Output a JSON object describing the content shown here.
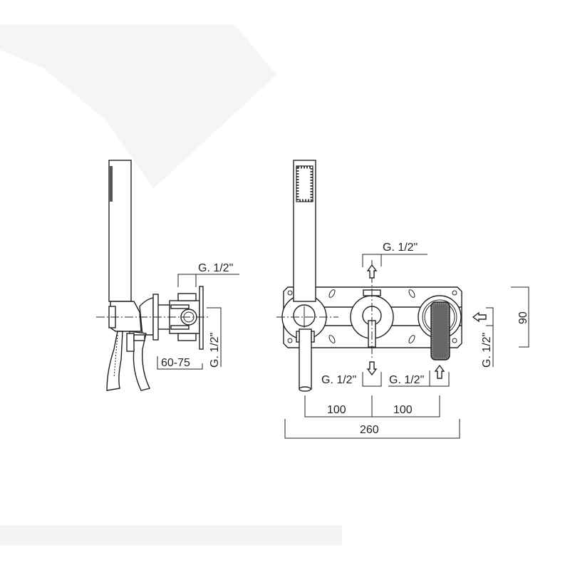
{
  "drawing": {
    "side_view": {
      "top_connection": "G. 1/2\"",
      "side_connection": "G. 1/2\"",
      "depth_range": "60-75"
    },
    "front_view": {
      "top_outlet": "G. 1/2\"",
      "bottom_outlet": "G. 1/2\"",
      "bottom_inlet": "G. 1/2\"",
      "side_inlet": "G. 1/2\"",
      "height": "90",
      "spacing_left": "100",
      "spacing_right": "100",
      "total_width": "260"
    }
  }
}
